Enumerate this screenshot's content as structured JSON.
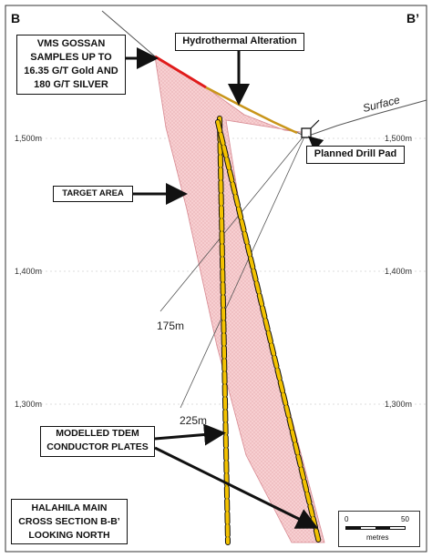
{
  "section": {
    "left_label": "B",
    "right_label": "B’"
  },
  "elevations": {
    "e1500": "1,500m",
    "e1400": "1,400m",
    "e1300": "1,300m"
  },
  "callouts": {
    "gossan": [
      "VMS GOSSAN",
      "SAMPLES UP TO",
      "16.35 G/T Gold AND",
      "180 G/T SILVER"
    ],
    "hydrothermal": "Hydrothermal Alteration",
    "drill_pad": "Planned Drill Pad",
    "target_area": "TARGET AREA",
    "tdem": [
      "MODELLED TDEM",
      "CONDUCTOR PLATES"
    ],
    "title": [
      "HALAHILA MAIN",
      "CROSS SECTION B-B’",
      "LOOKING NORTH"
    ]
  },
  "surface_label": "Surface",
  "hole_depths": {
    "d175": "175m",
    "d225": "225m"
  },
  "scale_bar": {
    "ticks": [
      "0",
      "50"
    ],
    "unit": "metres"
  },
  "colors": {
    "target_fill": "#f6c9cb",
    "target_dots": "#e5a3a8",
    "gossan_red": "#e01b1b",
    "alteration_gold": "#c9951a",
    "plate_yellow": "#f3c200"
  }
}
